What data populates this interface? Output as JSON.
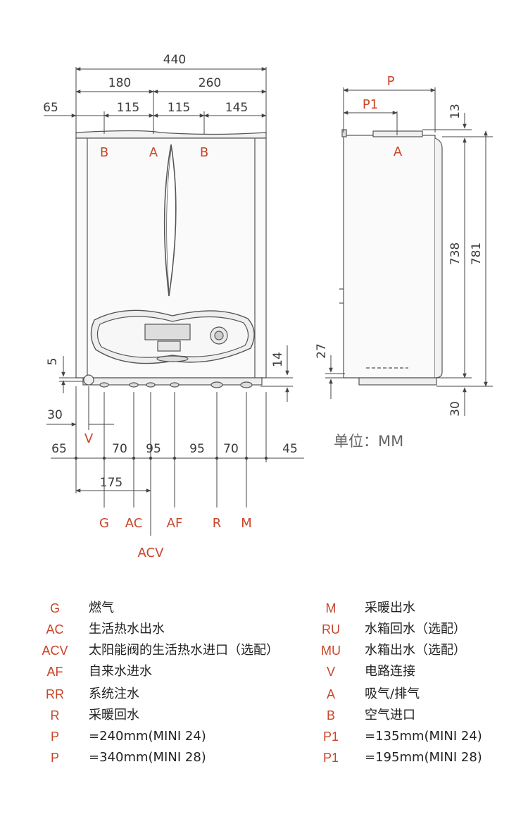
{
  "front_view": {
    "overall_width": "440",
    "left_part": "180",
    "right_part": "260",
    "left_margin_top": "65",
    "flue_115_left": "115",
    "flue_115_right": "115",
    "right_margin_top": "145",
    "top_labels": {
      "b_left": "B",
      "a": "A",
      "b_right": "B"
    },
    "dim_5": "5",
    "dim_14": "14",
    "dim_30": "30",
    "label_v": "V",
    "bottom_row": [
      "65",
      "70",
      "95",
      "95",
      "70",
      "45"
    ],
    "dim_175": "175",
    "bottom_labels": {
      "g": "G",
      "ac": "AC",
      "af": "AF",
      "r": "R",
      "m": "M",
      "acv": "ACV"
    }
  },
  "side_view": {
    "depth_p": "P",
    "depth_p1": "P1",
    "label_a": "A",
    "dim_13": "13",
    "dim_738": "738",
    "dim_781": "781",
    "dim_27": "27",
    "dim_30": "30"
  },
  "unit_label": "单位：MM",
  "legend": {
    "left": [
      {
        "code": "G",
        "desc": "燃气"
      },
      {
        "code": "AC",
        "desc": "生活热水出水"
      },
      {
        "code": "ACV",
        "desc": "太阳能阀的生活热水进口（选配）"
      },
      {
        "code": "AF",
        "desc": "自来水进水"
      },
      {
        "code": "RR",
        "desc": "系统注水"
      },
      {
        "code": "R",
        "desc": "采暖回水"
      },
      {
        "code": "P",
        "desc": "=240mm(MINI 24)"
      },
      {
        "code": "P",
        "desc": "=340mm(MINI 28)"
      }
    ],
    "right": [
      {
        "code": "M",
        "desc": "采暖出水"
      },
      {
        "code": "RU",
        "desc": "水箱回水（选配）"
      },
      {
        "code": "MU",
        "desc": "水箱出水（选配）"
      },
      {
        "code": "V",
        "desc": "电路连接"
      },
      {
        "code": "A",
        "desc": "吸气/排气"
      },
      {
        "code": "B",
        "desc": "空气进口"
      },
      {
        "code": "P1",
        "desc": "=135mm(MINI 24)"
      },
      {
        "code": "P1",
        "desc": "=195mm(MINI 28)"
      }
    ]
  },
  "colors": {
    "label_red": "#c8452a",
    "line_gray": "#555555",
    "text_dark": "#222222"
  }
}
